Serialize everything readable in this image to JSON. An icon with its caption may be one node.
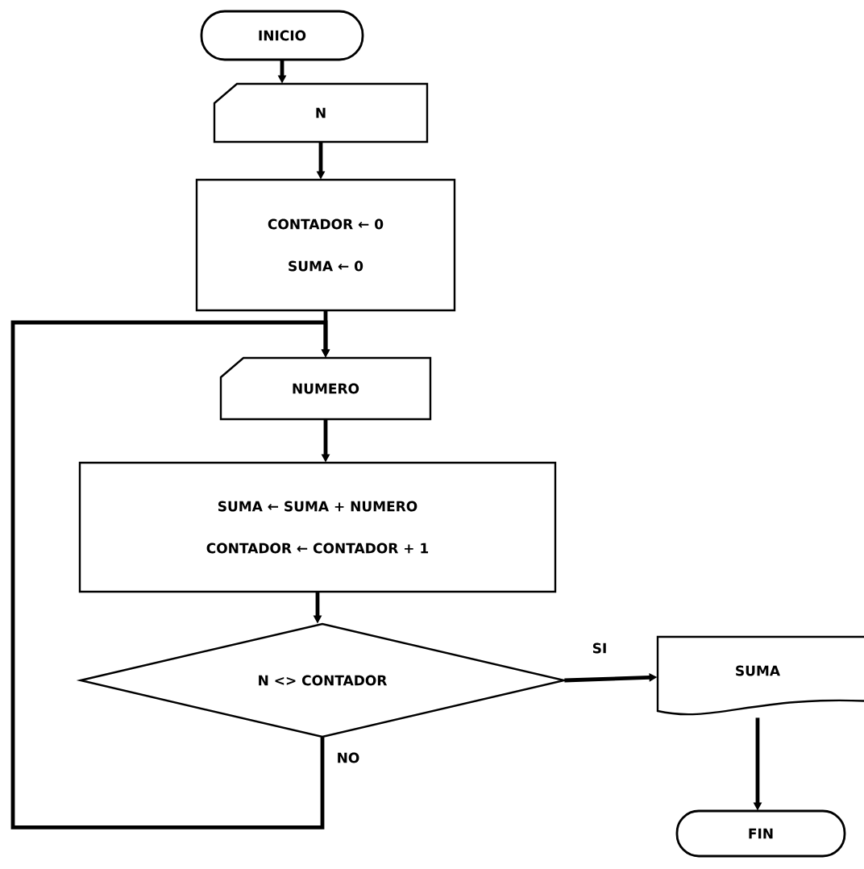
{
  "diagram": {
    "nodes": [
      {
        "text": [
          "INICIO"
        ]
      },
      {
        "text": [
          "N"
        ]
      },
      {
        "text": [
          "CONTADOR ← 0",
          "SUMA ← 0"
        ]
      },
      {
        "text": [
          "NUMERO"
        ]
      },
      {
        "text": [
          "SUMA ← SUMA + NUMERO",
          "CONTADOR ← CONTADOR + 1"
        ]
      },
      {
        "text": [
          "N <> CONTADOR"
        ]
      },
      {
        "text": [
          "SUMA"
        ]
      },
      {
        "text": [
          "FIN"
        ]
      }
    ],
    "edges": [
      {
        "from": 0,
        "to": 1,
        "arrow": "to"
      },
      {
        "from": 1,
        "to": 2,
        "arrow": "to"
      },
      {
        "from": 2,
        "to": 3,
        "arrow": "to"
      },
      {
        "from": 3,
        "to": 4,
        "arrow": "to"
      },
      {
        "from": 4,
        "to": 5,
        "arrow": "to"
      },
      {
        "from": 5,
        "to": 6,
        "label": "SI",
        "arrow": "to"
      },
      {
        "from": 5,
        "to": 3,
        "label": "NO",
        "arrow": "to"
      },
      {
        "from": 6,
        "to": 7,
        "arrow": "to"
      }
    ]
  }
}
